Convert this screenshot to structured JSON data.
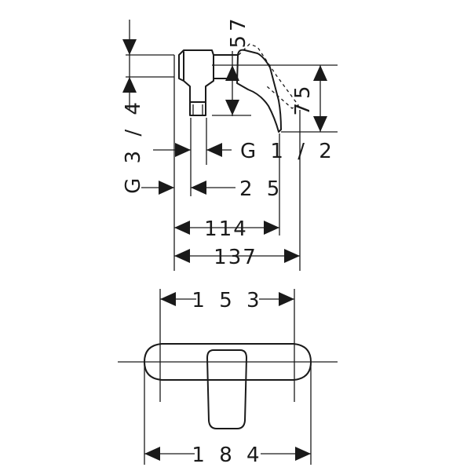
{
  "dimensions": {
    "height_57": "57",
    "height_75": "75",
    "thread_g34": "G 3 / 4",
    "thread_g12": "G 1 / 2",
    "depth_25": "2 5",
    "depth_114": "114",
    "depth_137": "137",
    "width_153": "1 5 3",
    "width_184": "1 8 4"
  }
}
